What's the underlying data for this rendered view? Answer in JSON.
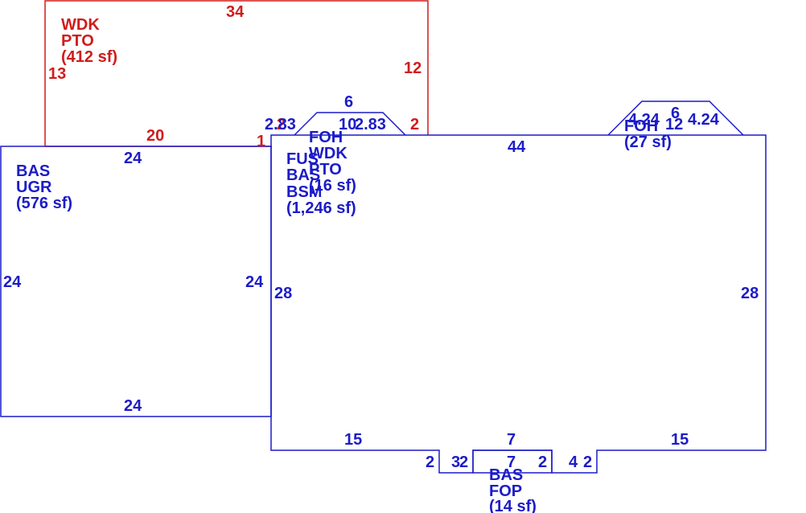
{
  "colors": {
    "blue": "#1c1cc8",
    "red": "#d01c1c"
  },
  "areas": {
    "wdk_pto": [
      "WDK",
      "PTO",
      "(412 sf)"
    ],
    "bas_ugr": [
      "BAS",
      "UGR",
      "(576 sf)"
    ],
    "main": [
      "FUS",
      "BAS",
      "BSM",
      "(1,246 sf)"
    ],
    "foh_wdk": [
      "FOH",
      "WDK",
      "PTO",
      "(16 sf)"
    ],
    "foh_right": [
      "FOH",
      "(27 sf)"
    ],
    "bas_fop": [
      "BAS",
      "FOP",
      "(14 sf)"
    ]
  },
  "dims": {
    "wdk_top": "34",
    "wdk_left": "13",
    "wdk_right": "12",
    "wdk_bottom": "20",
    "wdk_small_1": "1",
    "wdk_small_2": "2",
    "ugr_top": "24",
    "ugr_left": "24",
    "ugr_right": "24",
    "ugr_bottom": "24",
    "main_top": "44",
    "main_left": "28",
    "main_right": "28",
    "main_bottom_left": "15",
    "main_bottom_right": "15",
    "bay_top": "6",
    "bay_left": "2.83",
    "bay_mid": "10",
    "bay_right": "2.83",
    "rbay_top": "6",
    "rbay_left": "4.24",
    "rbay_mid": "12",
    "rbay_right": "4.24",
    "fop_top": "7",
    "fop_bottom": "7",
    "fop_l2": "2",
    "fop_l3": "3",
    "fop_l2b": "2",
    "fop_r2": "2",
    "fop_r4": "4",
    "fop_r2b": "2"
  }
}
